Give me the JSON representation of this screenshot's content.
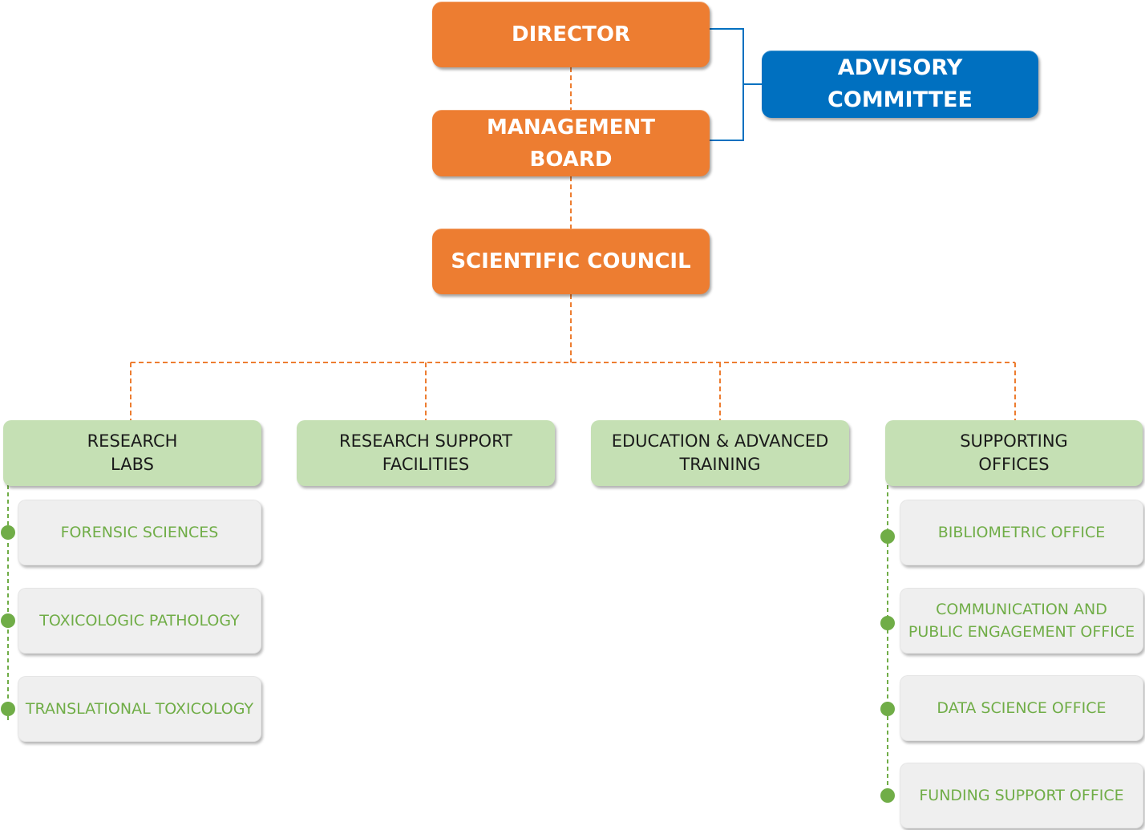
{
  "colors": {
    "leadership": "#ED7D31",
    "advisory": "#0070C0",
    "division": "#C5E0B4",
    "unit_text": "#70AD47",
    "unit_bg": "#EFEFEF"
  },
  "leadership": {
    "director": "DIRECTOR",
    "management_board": "MANAGEMENT\nBOARD",
    "scientific_council": "SCIENTIFIC COUNCIL",
    "advisory_committee": "ADVISORY\nCOMMITTEE"
  },
  "divisions": {
    "research_labs": {
      "label": "RESEARCH\nLABS",
      "units": [
        "FORENSIC SCIENCES",
        "TOXICOLOGIC PATHOLOGY",
        "TRANSLATIONAL TOXICOLOGY"
      ]
    },
    "research_support_facilities": {
      "label": "RESEARCH SUPPORT\nFACILITIES"
    },
    "education_training": {
      "label": "EDUCATION & ADVANCED\nTRAINING"
    },
    "supporting_offices": {
      "label": "SUPPORTING\nOFFICES",
      "units": [
        "BIBLIOMETRIC OFFICE",
        "COMMUNICATION AND\nPUBLIC ENGAGEMENT OFFICE",
        "DATA SCIENCE OFFICE",
        "FUNDING SUPPORT OFFICE"
      ]
    }
  }
}
